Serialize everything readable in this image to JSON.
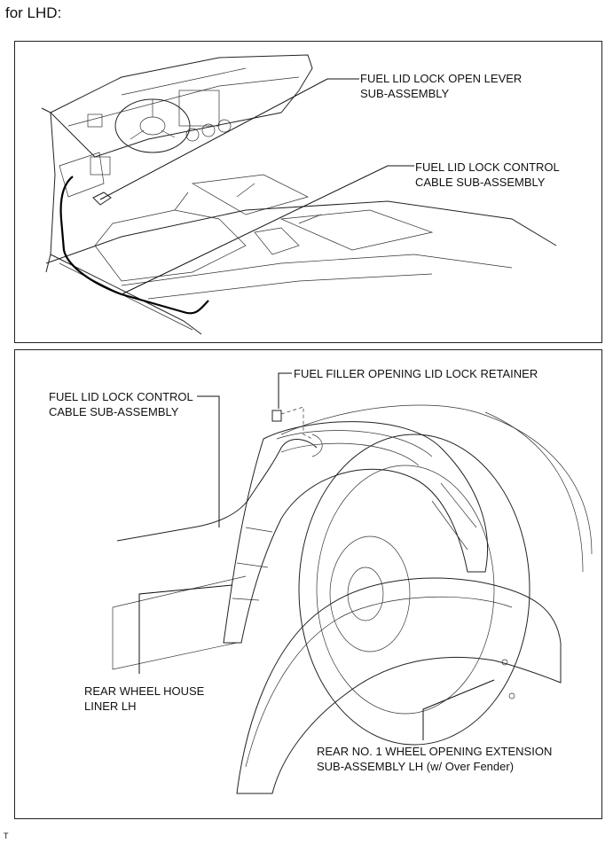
{
  "heading": "for LHD:",
  "top_panel": {
    "labels": {
      "open_lever": [
        "FUEL LID LOCK OPEN LEVER",
        "SUB-ASSEMBLY"
      ],
      "control_cable": [
        "FUEL LID LOCK CONTROL",
        "CABLE SUB-ASSEMBLY"
      ]
    }
  },
  "bottom_panel": {
    "labels": {
      "lock_retainer": "FUEL FILLER OPENING LID LOCK RETAINER",
      "control_cable": [
        "FUEL LID LOCK CONTROL",
        "CABLE SUB-ASSEMBLY"
      ],
      "house_liner": [
        "REAR WHEEL HOUSE",
        "LINER LH"
      ],
      "extension": [
        "REAR NO. 1 WHEEL OPENING EXTENSION",
        "SUB-ASSEMBLY LH (w/ Over Fender)"
      ]
    }
  },
  "footer_code": "T"
}
